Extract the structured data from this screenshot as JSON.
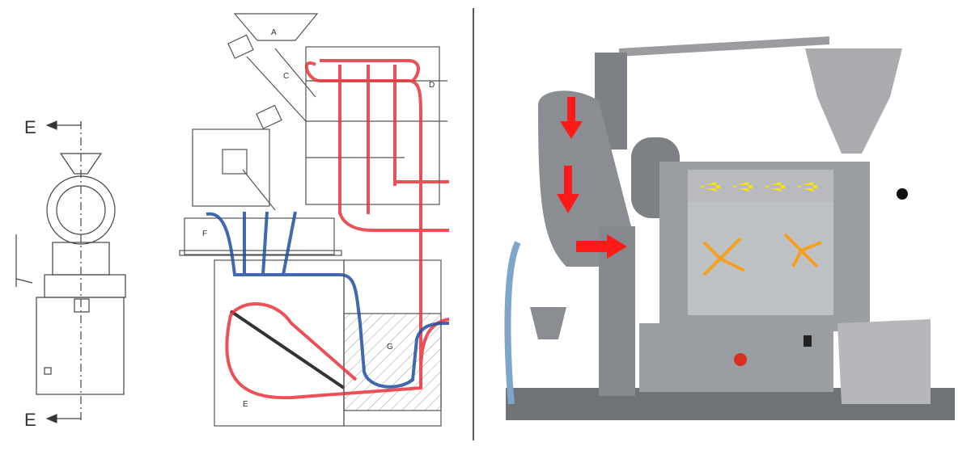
{
  "left_diagram": {
    "top_label": "E",
    "bottom_label": "E"
  },
  "middle_diagram": {
    "labels": [
      "A",
      "C",
      "D",
      "F",
      "E",
      "G"
    ]
  },
  "colors": {
    "hot_air": "#e8333a",
    "cool_air": "#1f4fa0",
    "heat_arrows": "#ff1a1a",
    "drum_air": "#f5e400",
    "bean_flow": "#f5a020",
    "machine": "#8c8f94"
  }
}
